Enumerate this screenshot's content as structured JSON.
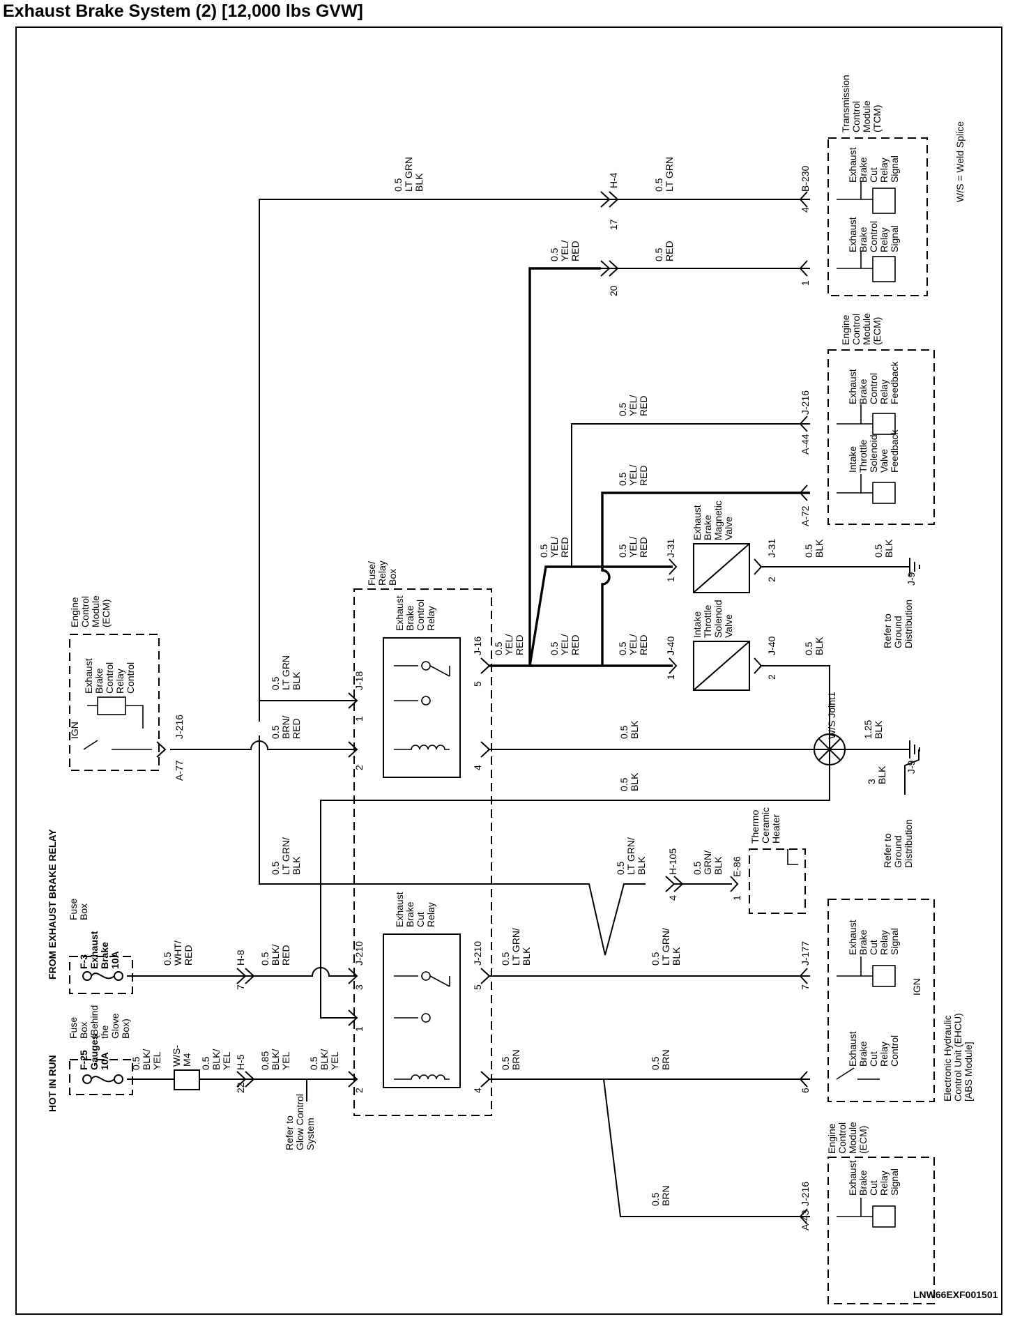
{
  "title": "Exhaust Brake System (2) [12,000 lbs GVW]",
  "footer_code": "LNW66EXF001501",
  "weld_splice_note": "W/S = Weld Splice",
  "power": {
    "hot_in_run": "HOT IN RUN",
    "from_relay": "FROM EXHAUST BRAKE RELAY",
    "fuse_box_glove": [
      "Fuse",
      "Box",
      "(Behind",
      "the",
      "Glove",
      "Box)"
    ],
    "fuse_box": [
      "Fuse",
      "Box"
    ],
    "f25": [
      "F-25",
      "Gauges",
      "10A"
    ],
    "f3": [
      "F-3",
      "Exhaust",
      "Brake",
      "10A"
    ]
  },
  "ecm_left": {
    "title": [
      "Engine",
      "Control",
      "Module",
      "(ECM)"
    ],
    "ign": "IGN",
    "func": [
      "Exhaust",
      "Brake",
      "Control",
      "Relay",
      "Control"
    ],
    "conn_name": "J-216",
    "pin": "A-77"
  },
  "fuse_relay_box": {
    "title": [
      "Fuse/",
      "Relay",
      "Box"
    ],
    "control_relay": [
      "Exhaust",
      "Brake",
      "Control",
      "Relay"
    ],
    "cut_relay": [
      "Exhaust",
      "Brake",
      "Cut",
      "Relay"
    ],
    "j16": "J-16",
    "j210": "J-210"
  },
  "tcm": {
    "title": [
      "Transmission",
      "Control",
      "Module",
      "(TCM)"
    ],
    "signal1": [
      "Exhaust",
      "Brake",
      "Cut",
      "Relay",
      "Signal"
    ],
    "signal2": [
      "Exhaust",
      "Brake",
      "Control",
      "Relay",
      "Signal"
    ],
    "conn": "B-230",
    "pin4": "4",
    "pin1": "1"
  },
  "ecm_mid": {
    "title": [
      "Engine",
      "Control",
      "Module",
      "(ECM)"
    ],
    "feedback1": [
      "Exhaust",
      "Brake",
      "Control",
      "Relay",
      "Feedback"
    ],
    "feedback2": [
      "Intake",
      "Throttle",
      "Solenoid",
      "Valve",
      "Feedback"
    ],
    "conn": "J-216",
    "pin_a44": "A-44",
    "pin_a72": "A-72"
  },
  "valves": {
    "magnetic": [
      "Exhaust",
      "Brake",
      "Magnetic",
      "Valve"
    ],
    "intake": [
      "Intake",
      "Throttle",
      "Solenoid",
      "Valve"
    ],
    "j31": "J-31",
    "j40": "J-40",
    "pin1": "1",
    "pin2": "2"
  },
  "ehcu": {
    "title": [
      "Electronic Hydraulic",
      "Control Unit (EHCU)",
      "[ABS Module]"
    ],
    "cut_signal": [
      "Exhaust",
      "Brake",
      "Cut",
      "Relay",
      "Signal"
    ],
    "ign": "IGN",
    "cut_control": [
      "Exhaust",
      "Brake",
      "Cut",
      "Relay",
      "Control"
    ],
    "conn": "J-177",
    "pin7": "7",
    "pin6": "6"
  },
  "ecm_bottom": {
    "title": [
      "Engine",
      "Control",
      "Module",
      "(ECM)"
    ],
    "func": [
      "Exhaust",
      "Brake",
      "Cut",
      "Relay",
      "Signal"
    ],
    "conn": "J-216",
    "pin": "A-43"
  },
  "heater": {
    "title": [
      "Thermo",
      "Ceramic",
      "Heater"
    ],
    "conn": "E-86",
    "pin": "1"
  },
  "ground": {
    "j9": "J-9",
    "ws_joint": "W/S Joint1",
    "refer": [
      "Refer to",
      "Ground",
      "Distribution"
    ]
  },
  "connectors": {
    "h4": "H-4",
    "h4_17": "17",
    "h4_20": "20",
    "h8": "H-8",
    "h8_7": "7",
    "h5": "H-5",
    "h5_22": "22",
    "h105": "H-105",
    "h105_4": "4",
    "ws_m4": [
      "W/S-",
      "M4"
    ],
    "j18": "J-18",
    "n1": "1",
    "n2": "2",
    "n3": "3",
    "n4": "4",
    "n5": "5"
  },
  "glow_ref": [
    "Refer to",
    "Glow Control",
    "System"
  ],
  "wires": {
    "g05": "0.5",
    "g085": "0.85",
    "g125": "1.25",
    "g3": "3",
    "ltgrn_blk": [
      "LT GRN",
      "BLK"
    ],
    "ltgrn": "LT GRN",
    "ltgrn_slash_blk": [
      "LT GRN/",
      "BLK"
    ],
    "yel_red": [
      "YEL/",
      "RED"
    ],
    "red": "RED",
    "blk": "BLK",
    "brn_red": [
      "BRN/",
      "RED"
    ],
    "blk_yel": [
      "BLK/",
      "YEL"
    ],
    "wht_red": [
      "WHT/",
      "RED"
    ],
    "blk_red": [
      "BLK/",
      "RED"
    ],
    "brn": "BRN",
    "grn_blk": [
      "GRN/",
      "BLK"
    ]
  },
  "colors": {
    "ink": "#000000",
    "paper": "#ffffff"
  }
}
